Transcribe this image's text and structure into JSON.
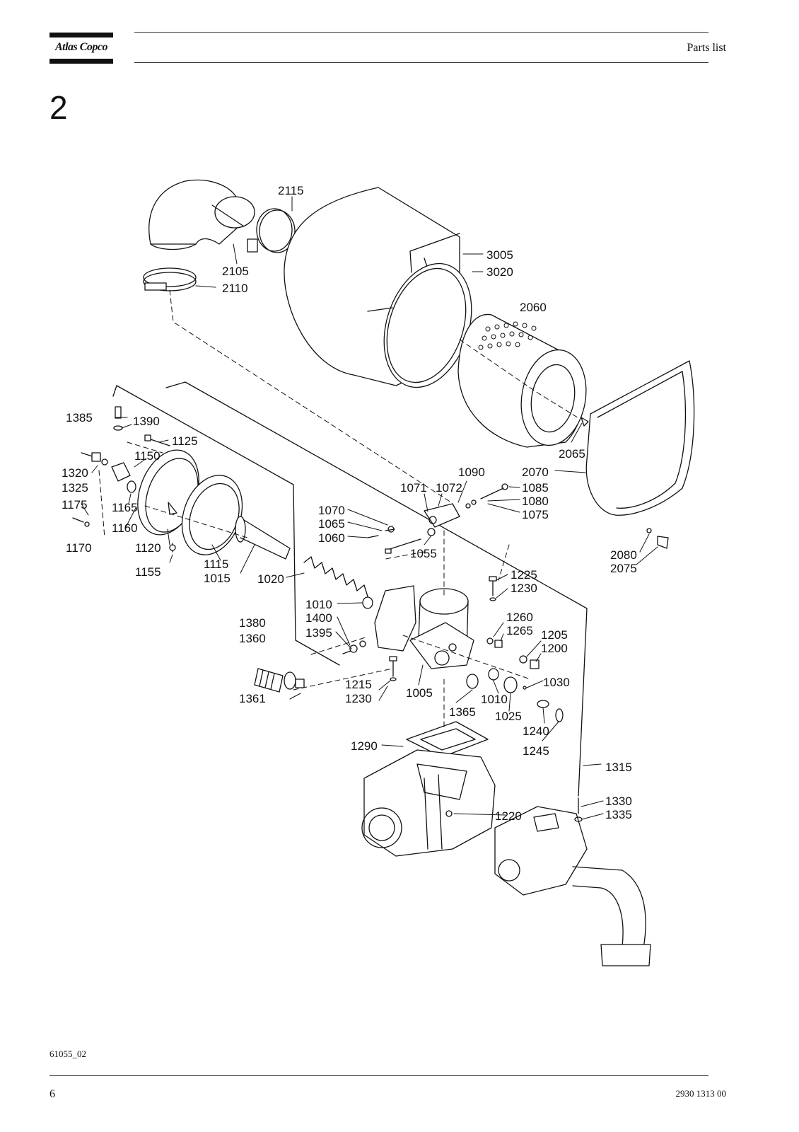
{
  "header": {
    "brand": "Atlas Copco",
    "title": "Parts list"
  },
  "section_number": "2",
  "callouts": {
    "c2115": "2115",
    "c3005": "3005",
    "c3020": "3020",
    "c2105": "2105",
    "c2110": "2110",
    "c2060": "2060",
    "c1385": "1385",
    "c1390": "1390",
    "c1125": "1125",
    "c1150": "1150",
    "c1320": "1320",
    "c1325": "1325",
    "c1175": "1175",
    "c1165": "1165",
    "c1160": "1160",
    "c1170": "1170",
    "c1120": "1120",
    "c1155": "1155",
    "c1115": "1115",
    "c1015": "1015",
    "c1020": "1020",
    "c2065": "2065",
    "c1090": "1090",
    "c2070": "2070",
    "c1071": "1071",
    "c1072": "1072",
    "c1085": "1085",
    "c1080": "1080",
    "c1075": "1075",
    "c1070": "1070",
    "c1065": "1065",
    "c1060": "1060",
    "c1055": "1055",
    "c2080": "2080",
    "c2075": "2075",
    "c1225": "1225",
    "c1230a": "1230",
    "c1010a": "1010",
    "c1400": "1400",
    "c1395": "1395",
    "c1380": "1380",
    "c1360": "1360",
    "c1260": "1260",
    "c1265": "1265",
    "c1205": "1205",
    "c1200": "1200",
    "c1215": "1215",
    "c1230b": "1230",
    "c1005": "1005",
    "c1361": "1361",
    "c1030": "1030",
    "c1010b": "1010",
    "c1025": "1025",
    "c1365": "1365",
    "c1240": "1240",
    "c1245": "1245",
    "c1290": "1290",
    "c1315": "1315",
    "c1330": "1330",
    "c1335": "1335",
    "c1220": "1220"
  },
  "footer": {
    "figure_id": "61055_02",
    "page_number": "6",
    "document_number": "2930 1313 00"
  }
}
